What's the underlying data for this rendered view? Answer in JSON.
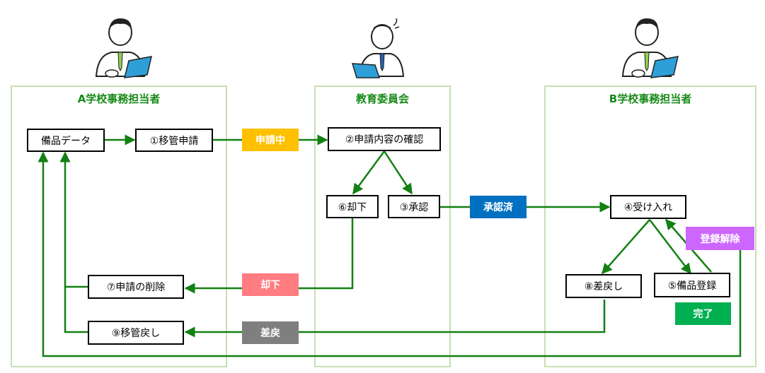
{
  "lanes": {
    "school_a": "A学校事務担当者",
    "board": "教育委員会",
    "school_b": "B学校事務担当者"
  },
  "nodes": {
    "equipment_data": "備品データ",
    "transfer_request": "①移管申請",
    "confirm_request": "②申請内容の確認",
    "reject": "⑥却下",
    "approve": "③承認",
    "accept": "④受け入れ",
    "return_back": "⑧差戻し",
    "register_equipment": "⑤備品登録",
    "delete_request": "⑦申請の削除",
    "return_transfer": "⑨移管戻し"
  },
  "badges": {
    "applying": "申請中",
    "approved": "承認済",
    "rejected": "却下",
    "returned": "差戻",
    "unregister": "登録解除",
    "completed": "完了"
  },
  "colors": {
    "lane_border": "#c6e0b4",
    "lane_title": "#178a17",
    "arrow": "#128012",
    "applying": "#ffc000",
    "approved": "#0070c0",
    "rejected": "#ff7c80",
    "returned": "#7f7f7f",
    "unregister": "#cc66ff",
    "completed": "#00b050"
  }
}
